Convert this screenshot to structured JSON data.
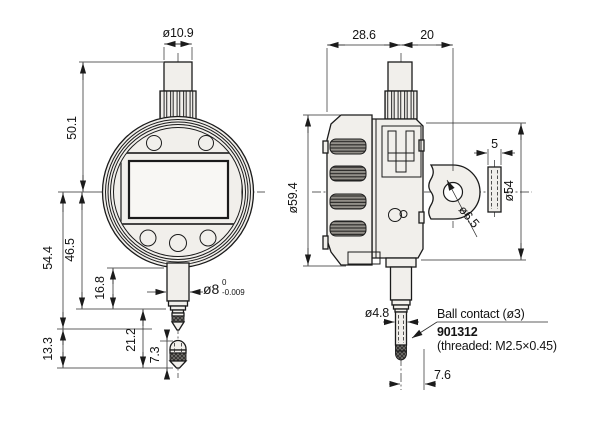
{
  "front": {
    "cap_dia": "ø10.9",
    "height_top": "50.1",
    "center_to_contact_tip": "54.4",
    "center_to_stem_end": "46.5",
    "stem_exposed_length": "16.8",
    "stem_dia": "ø8",
    "stem_tol_high": "0",
    "stem_tol_low": "-0.009",
    "lower_height": "13.3",
    "stem_end_to_tip": "21.2",
    "contact_point_length": "7.3"
  },
  "side": {
    "front_to_axis": "28.6",
    "axis_to_lug_hole": "20",
    "bezel_dia": "ø59.4",
    "lug_thickness": "5",
    "body_dia": "ø54",
    "lug_hole_dia": "ø6.5",
    "spindle_dia": "ø4.8",
    "axis_to_back_face": "7.6",
    "ball_contact_note": "Ball contact (ø3)",
    "contact_part_number": "901312",
    "contact_thread_note": "(threaded: M2.5×0.45)"
  }
}
